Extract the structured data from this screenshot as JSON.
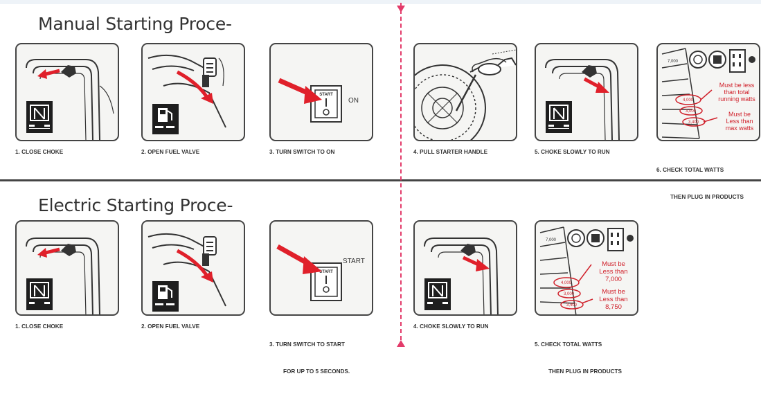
{
  "manual": {
    "title": "Manual Starting Proce-",
    "steps": [
      {
        "caption": "1. CLOSE CHOKE"
      },
      {
        "caption": "2. OPEN FUEL VALVE"
      },
      {
        "caption": "3. TURN SWITCH TO ON",
        "switch_top_label": "START",
        "switch_side_label": "ON"
      },
      {
        "caption": "4. PULL STARTER HANDLE"
      },
      {
        "caption": "5. CHOKE SLOWLY TO RUN"
      },
      {
        "caption_line1": "6. CHECK TOTAL WATTS",
        "caption_line2": "THEN PLUG IN PRODUCTS",
        "note1": [
          "Must be less",
          "than total",
          "running watts"
        ],
        "note2": [
          "Must be",
          "Less than",
          "max watts"
        ],
        "table_values": [
          "7,000",
          "4,000",
          "3,000",
          "3,400"
        ]
      }
    ]
  },
  "electric": {
    "title": "Electric Starting Proce-",
    "steps": [
      {
        "caption": "1. CLOSE CHOKE"
      },
      {
        "caption": "2. OPEN FUEL VALVE"
      },
      {
        "caption_line1": "3. TURN SWITCH TO START",
        "caption_line2": "FOR UP TO 5 SECONDS.",
        "switch_top_label": "START",
        "switch_side_label": "START"
      },
      {
        "caption": "4. CHOKE SLOWLY TO RUN"
      },
      {
        "caption_line1": "5. CHECK TOTAL WATTS",
        "caption_line2": "THEN PLUG IN PRODUCTS",
        "note1": [
          "Must be",
          "Less than",
          "7,000"
        ],
        "note2": [
          "Must be",
          "Less than",
          "8,750"
        ],
        "table_values": [
          "7,000",
          "4,000",
          "3,000",
          "3,400"
        ]
      }
    ]
  },
  "colors": {
    "arrow": "#e0202a",
    "note": "#d0202a",
    "line": "#333333",
    "divider_dash": "#e33b6a"
  }
}
